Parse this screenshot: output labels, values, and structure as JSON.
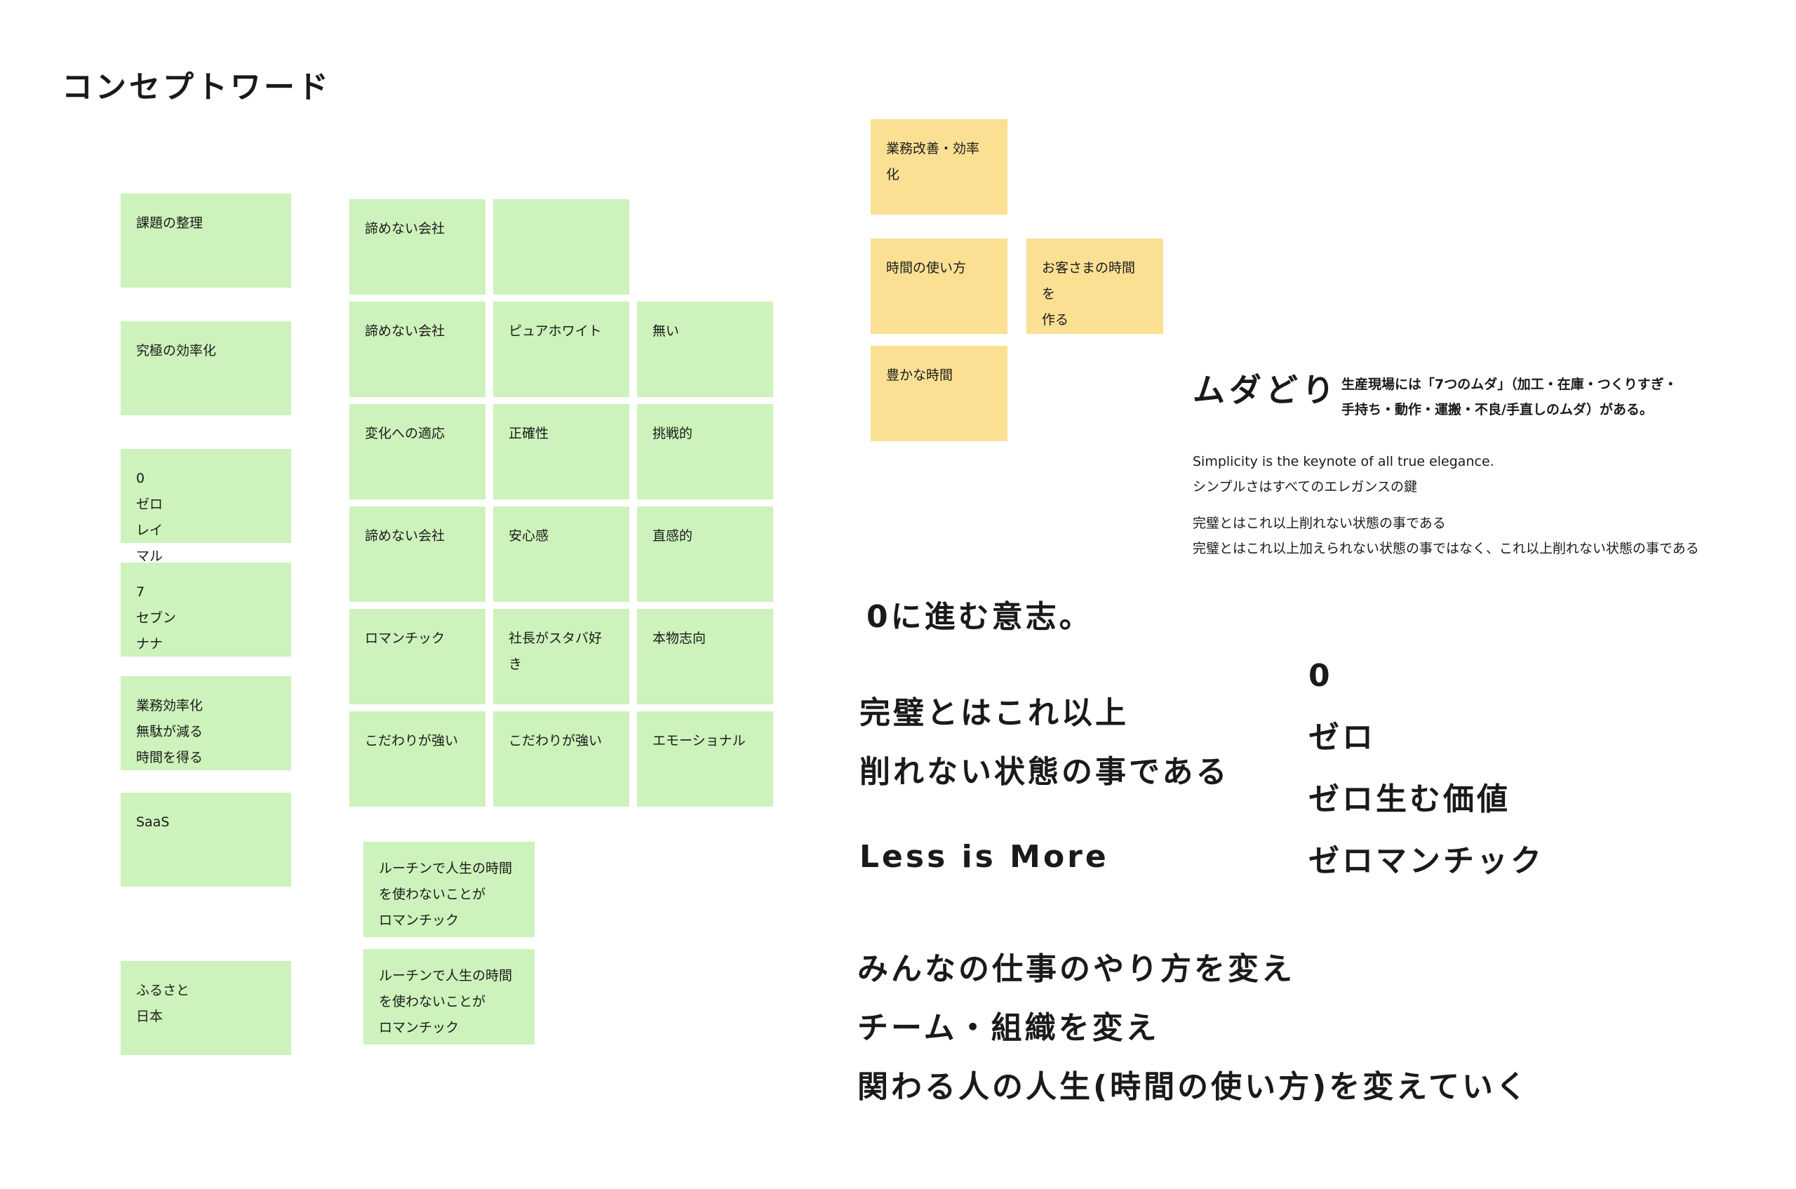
{
  "page_title": "コンセプトワード",
  "left_column_notes": [
    "課題の整理",
    "究極の効率化",
    "0\nゼロ\nレイ\nマル",
    "7\nセブン\nナナ",
    "業務効率化\n無駄が減る\n時間を得る",
    "SaaS",
    "ふるさと\n日本"
  ],
  "grid_notes": {
    "row0": [
      "諦めない会社",
      ""
    ],
    "row1": [
      "諦めない会社",
      "ピュアホワイト",
      "無い"
    ],
    "row2": [
      "変化への適応",
      "正確性",
      "挑戦的"
    ],
    "row3": [
      "諦めない会社",
      "安心感",
      "直感的"
    ],
    "row4": [
      "ロマンチック",
      "社長がスタバ好き",
      "本物志向"
    ],
    "row5": [
      "こだわりが強い",
      "こだわりが強い",
      "エモーショナル"
    ]
  },
  "routine_notes": [
    "ルーチンで人生の時間\nを使わないことが\nロマンチック",
    "ルーチンで人生の時間\nを使わないことが\nロマンチック"
  ],
  "yellow_notes": [
    "業務改善・効率化",
    "時間の使い方",
    "お客さまの時間を\n作る",
    "豊かな時間"
  ],
  "muda": {
    "title": "ムダどり",
    "description": "生産現場には「7つのムダ」（加工・在庫・つくりすぎ・\n手持ち・動作・運搬・不良/手直しのムダ）がある。"
  },
  "quotes": {
    "simplicity": "Simplicity is the keynote of all true elegance.\nシンプルさはすべてのエレガンスの鍵",
    "perfection": "完璧とはこれ以上削れない状態の事である\n完璧とはこれ以上加えられない状態の事ではなく、これ以上削れない状態の事である"
  },
  "statements": {
    "zero_will": "0に進む意志。",
    "perfection": "完璧とはこれ以上\n削れない状態の事である",
    "less_is_more": "Less is More",
    "zero_words": "0\nゼロ\nゼロ生む価値\nゼロマンチック",
    "change": "みんなの仕事のやり方を変え\nチーム・組織を変え\n関わる人の人生(時間の使い方)を変えていく"
  },
  "colors": {
    "green_note": "#cdf2bb",
    "yellow_note": "#fbe094",
    "text": "#1a1a1a"
  }
}
